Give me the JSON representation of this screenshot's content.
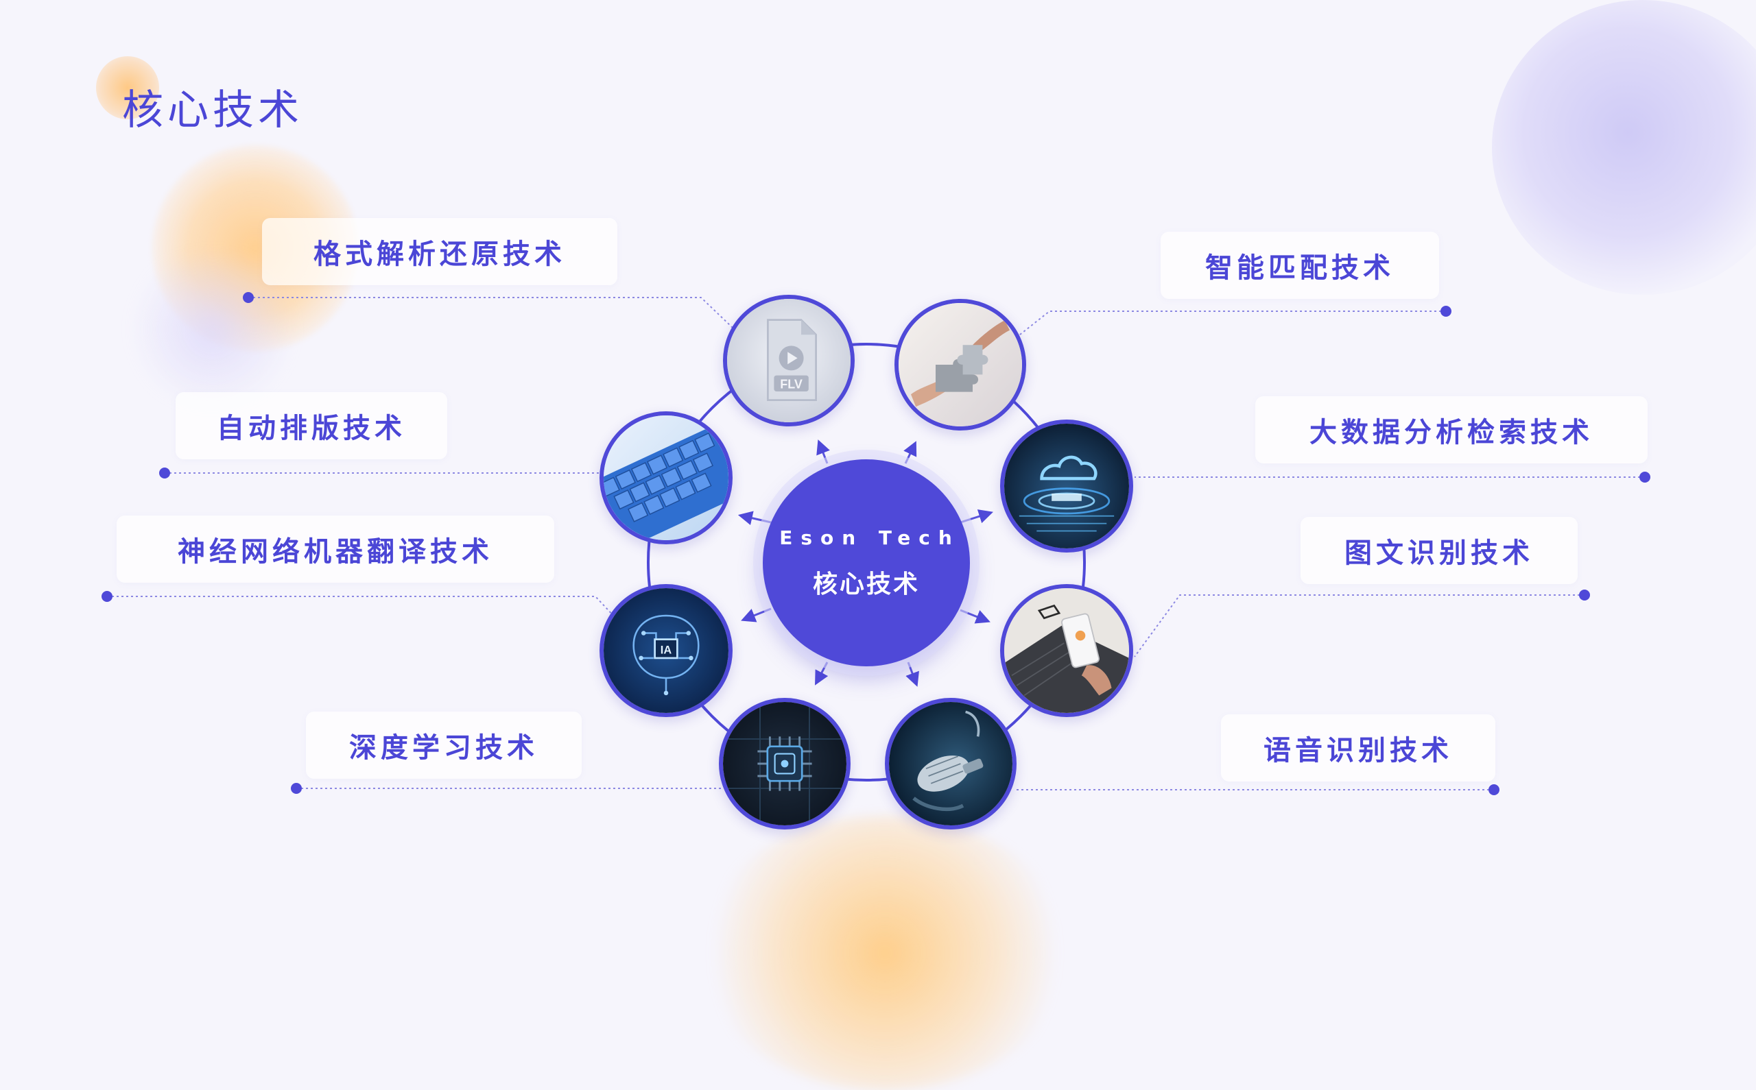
{
  "title": "核心技术",
  "hub": {
    "subtitle": "Eson Tech",
    "title": "核心技术"
  },
  "labels": {
    "format_parse": "格式解析还原技术",
    "auto_layout": "自动排版技术",
    "neural_mt": "神经网络机器翻译技术",
    "deep_learning": "深度学习技术",
    "smart_match": "智能匹配技术",
    "bigdata": "大数据分析检索技术",
    "ocr": "图文识别技术",
    "speech": "语音识别技术"
  },
  "nodes": {
    "flv": {
      "icon": "flv-file-icon",
      "badge": "FLV"
    },
    "puzzle": {
      "icon": "puzzle-icon"
    },
    "cloud": {
      "icon": "cloud-data-icon"
    },
    "phone": {
      "icon": "smartphone-laptop-icon"
    },
    "microphone": {
      "icon": "microphone-icon"
    },
    "chip": {
      "icon": "processor-chip-icon"
    },
    "ai": {
      "icon": "ai-brain-icon",
      "badge": "IA"
    },
    "keyboard": {
      "icon": "keyboard-icon"
    }
  },
  "colors": {
    "primary": "#4f49d8",
    "label_text": "#4b46d6",
    "background": "#f6f5fc",
    "accent_orange": "#ffc88a"
  }
}
